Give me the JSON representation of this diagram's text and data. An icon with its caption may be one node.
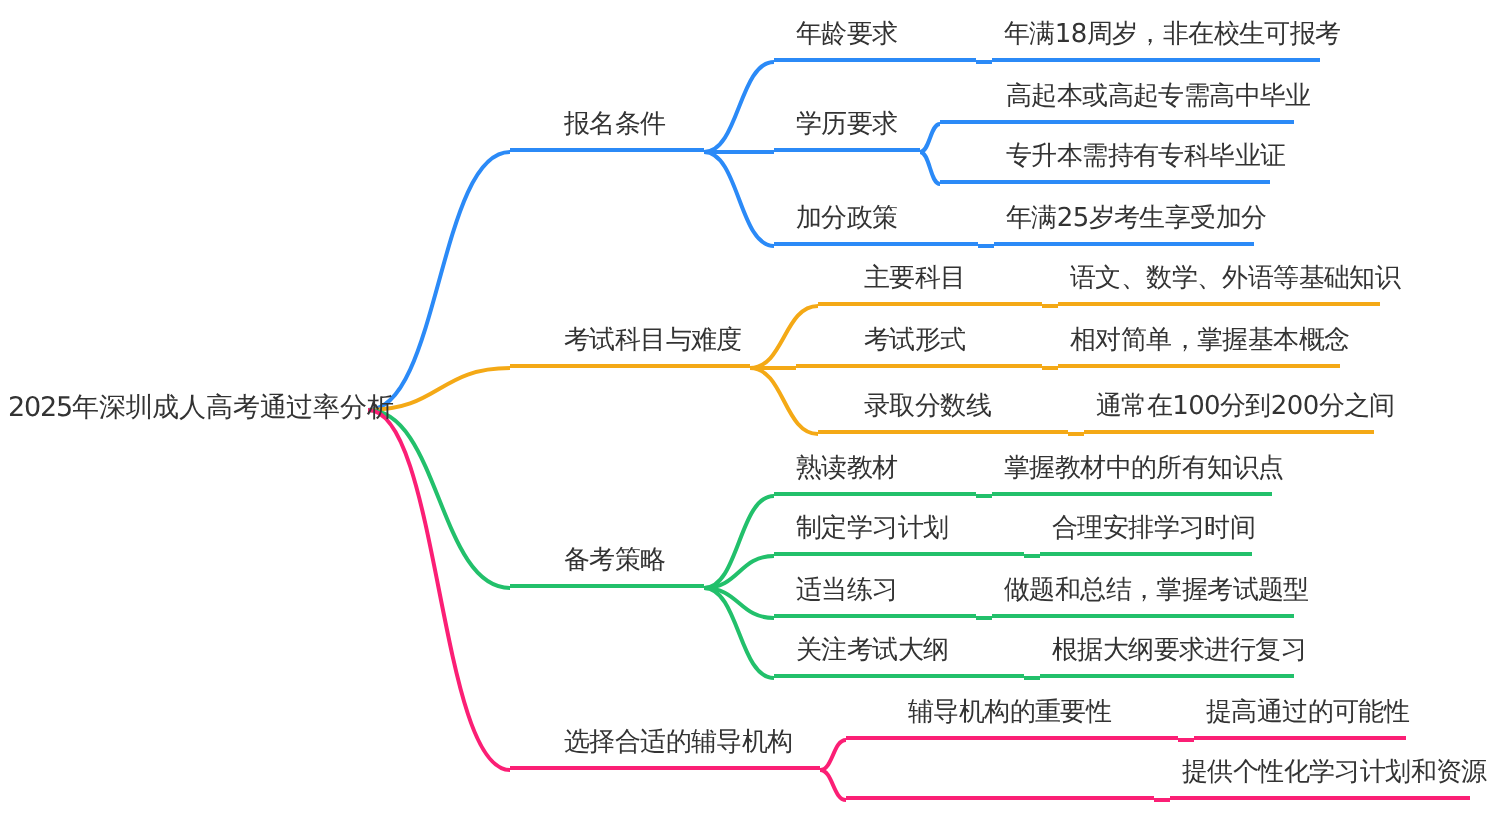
{
  "diagram": {
    "nodes": [
      {
        "text": [
          "2025年深圳成人高考通过率分析"
        ]
      },
      {
        "text": [
          "报名条件"
        ]
      },
      {
        "text": [
          "年龄要求"
        ]
      },
      {
        "text": [
          "年满18周岁，非在校生可报考"
        ]
      },
      {
        "text": [
          "学历要求"
        ]
      },
      {
        "text": [
          "高起本或高起专需高中毕业"
        ]
      },
      {
        "text": [
          "专升本需持有专科毕业证"
        ]
      },
      {
        "text": [
          "加分政策"
        ]
      },
      {
        "text": [
          "年满25岁考生享受加分"
        ]
      },
      {
        "text": [
          "考试科目与难度"
        ]
      },
      {
        "text": [
          "主要科目"
        ]
      },
      {
        "text": [
          "语文、数学、外语等基础知识"
        ]
      },
      {
        "text": [
          "考试形式"
        ]
      },
      {
        "text": [
          "相对简单，掌握基本概念"
        ]
      },
      {
        "text": [
          "录取分数线"
        ]
      },
      {
        "text": [
          "通常在100分到200分之间"
        ]
      },
      {
        "text": [
          "备考策略"
        ]
      },
      {
        "text": [
          "熟读教材"
        ]
      },
      {
        "text": [
          "掌握教材中的所有知识点"
        ]
      },
      {
        "text": [
          "制定学习计划"
        ]
      },
      {
        "text": [
          "合理安排学习时间"
        ]
      },
      {
        "text": [
          "适当练习"
        ]
      },
      {
        "text": [
          "做题和总结，掌握考试题型"
        ]
      },
      {
        "text": [
          "关注考试大纲"
        ]
      },
      {
        "text": [
          "根据大纲要求进行复习"
        ]
      },
      {
        "text": [
          "选择合适的辅导机构"
        ]
      },
      {
        "text": [
          "辅导机构的重要性"
        ]
      },
      {
        "text": [
          "提高通过的可能性"
        ]
      },
      {
        "text": [],
        "shape": "bar"
      },
      {
        "text": [
          "提供个性化学习计划和资源"
        ]
      }
    ],
    "edges": [
      {
        "from": 0,
        "to": 1,
        "arrow": "none",
        "color": "#2b8af7"
      },
      {
        "from": 1,
        "to": 2,
        "arrow": "none",
        "color": "#2b8af7"
      },
      {
        "from": 2,
        "to": 3,
        "arrow": "none",
        "color": "#2b8af7"
      },
      {
        "from": 1,
        "to": 4,
        "arrow": "none",
        "color": "#2b8af7"
      },
      {
        "from": 4,
        "to": 5,
        "arrow": "none",
        "color": "#2b8af7"
      },
      {
        "from": 4,
        "to": 6,
        "arrow": "none",
        "color": "#2b8af7"
      },
      {
        "from": 1,
        "to": 7,
        "arrow": "none",
        "color": "#2b8af7"
      },
      {
        "from": 7,
        "to": 8,
        "arrow": "none",
        "color": "#2b8af7"
      },
      {
        "from": 0,
        "to": 9,
        "arrow": "none",
        "color": "#f4a916"
      },
      {
        "from": 9,
        "to": 10,
        "arrow": "none",
        "color": "#f4a916"
      },
      {
        "from": 10,
        "to": 11,
        "arrow": "none",
        "color": "#f4a916"
      },
      {
        "from": 9,
        "to": 12,
        "arrow": "none",
        "color": "#f4a916"
      },
      {
        "from": 12,
        "to": 13,
        "arrow": "none",
        "color": "#f4a916"
      },
      {
        "from": 9,
        "to": 14,
        "arrow": "none",
        "color": "#f4a916"
      },
      {
        "from": 14,
        "to": 15,
        "arrow": "none",
        "color": "#f4a916"
      },
      {
        "from": 0,
        "to": 16,
        "arrow": "none"
      },
      {
        "from": 16,
        "to": 17,
        "arrow": "none"
      },
      {
        "from": 17,
        "to": 18,
        "arrow": "none"
      },
      {
        "from": 16,
        "to": 19,
        "arrow": "none"
      },
      {
        "from": 19,
        "to": 20,
        "arrow": "none"
      },
      {
        "from": 16,
        "to": 21,
        "arrow": "none"
      },
      {
        "from": 21,
        "to": 22,
        "arrow": "none"
      },
      {
        "from": 16,
        "to": 23,
        "arrow": "none"
      },
      {
        "from": 23,
        "to": 24,
        "arrow": "none"
      },
      {
        "from": 0,
        "to": 25,
        "arrow": "none",
        "color": "#fb1f75"
      },
      {
        "from": 25,
        "to": 26,
        "arrow": "none",
        "color": "#fb1f75"
      },
      {
        "from": 26,
        "to": 27,
        "arrow": "none",
        "color": "#fb1f75"
      },
      {
        "from": 25,
        "to": 28,
        "arrow": "none",
        "color": "#fb1f75"
      },
      {
        "from": 28,
        "to": 29,
        "arrow": "none",
        "color": "#fb1f75"
      }
    ]
  }
}
